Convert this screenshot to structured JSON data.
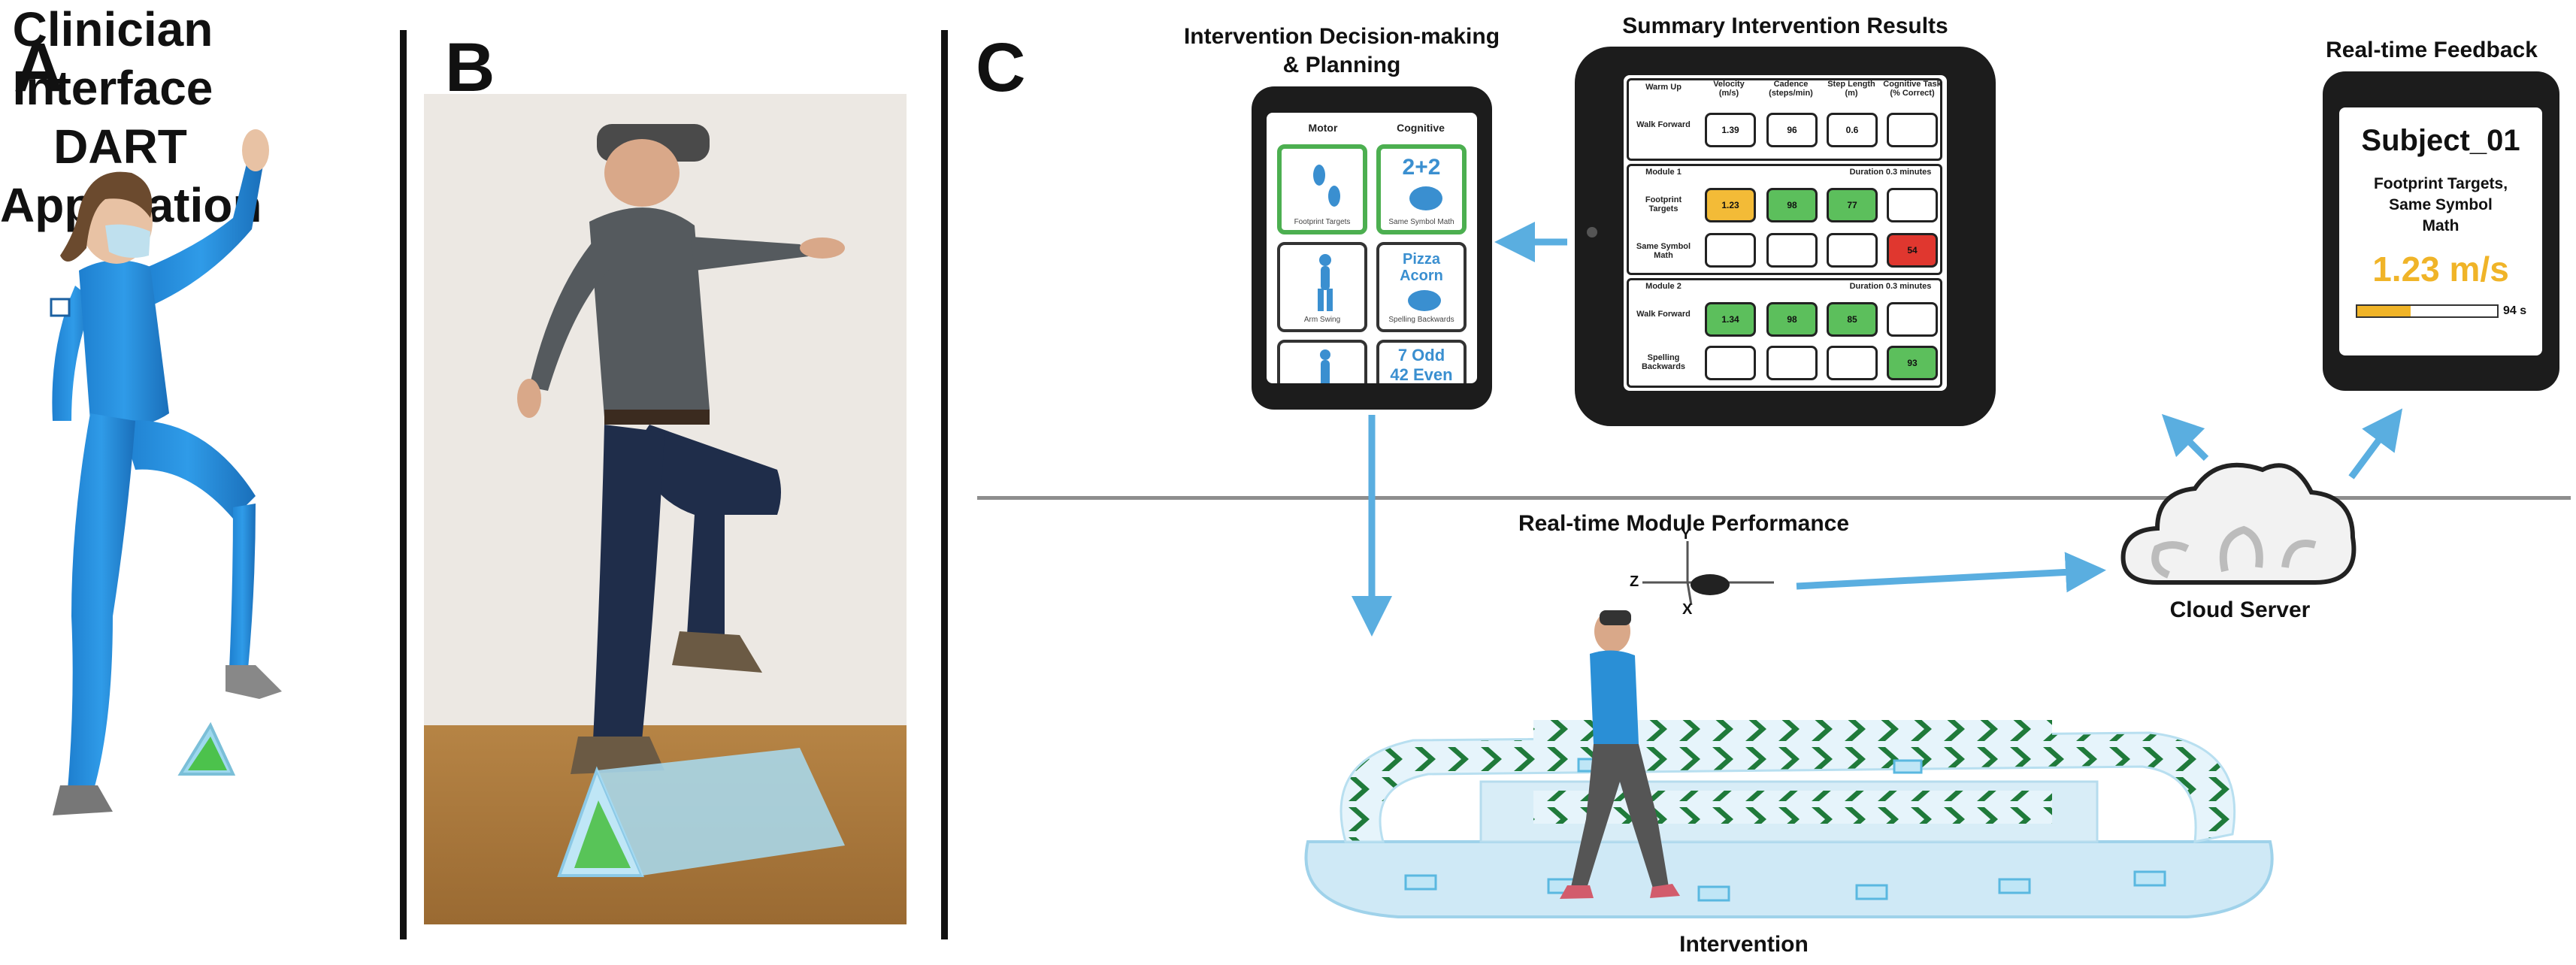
{
  "panels": {
    "a": "A",
    "b": "B",
    "c": "C"
  },
  "labels": {
    "clinician_interface": [
      "Clinician",
      "Interface"
    ],
    "dart_application": [
      "DART",
      "Application"
    ],
    "cloud_server": "Cloud Server",
    "realtime_module_performance": "Real-time Module Performance",
    "intervention": "Intervention"
  },
  "decision_tablet": {
    "title": [
      "Intervention Decision-making",
      "& Planning"
    ],
    "col_headers": [
      "Motor",
      "Cognitive"
    ],
    "motor_cards": [
      "Footprint Targets",
      "Arm Swing",
      ""
    ],
    "cognitive_cards": [
      {
        "main": "2+2",
        "sub": "Same Symbol Math"
      },
      {
        "main": "Pizza Acorn",
        "sub": "Spelling Backwards"
      },
      {
        "main": "7  Odd 42 Even",
        "sub": ""
      }
    ]
  },
  "summary_tablet": {
    "title": "Summary Intervention Results",
    "headers": [
      "Velocity (m/s)",
      "Cadence (steps/min)",
      "Step Length (m)",
      "Cognitive Task (% Correct)"
    ],
    "warmup": {
      "label": "Warm Up",
      "rows": [
        {
          "label": "Walk Forward",
          "values": [
            "1.39",
            "96",
            "0.6",
            ""
          ],
          "colors": [
            "white",
            "white",
            "white",
            "white"
          ]
        }
      ]
    },
    "module1": {
      "label": "Module 1",
      "duration": "Duration 0.3 minutes",
      "rows": [
        {
          "label": "Footprint Targets",
          "values": [
            "1.23",
            "98",
            "77",
            ""
          ],
          "colors": [
            "yellow",
            "green",
            "green",
            "white"
          ]
        },
        {
          "label": "Same Symbol Math",
          "values": [
            "",
            "",
            "",
            "54"
          ],
          "colors": [
            "white",
            "white",
            "white",
            "red"
          ]
        }
      ]
    },
    "module2": {
      "label": "Module 2",
      "duration": "Duration 0.3 minutes",
      "rows": [
        {
          "label": "Walk Forward",
          "values": [
            "1.34",
            "98",
            "85",
            ""
          ],
          "colors": [
            "green",
            "green",
            "green",
            "white"
          ]
        },
        {
          "label": "Spelling Backwards",
          "values": [
            "",
            "",
            "",
            "93"
          ],
          "colors": [
            "white",
            "white",
            "white",
            "green"
          ]
        }
      ]
    }
  },
  "feedback_tablet": {
    "title": "Real-time Feedback",
    "subject": "Subject_01",
    "task": [
      "Footprint Targets,",
      "Same Symbol",
      "Math"
    ],
    "speed": "1.23 m/s",
    "progress": 0.38,
    "time": "94 s"
  },
  "axes": {
    "y": "Y",
    "z": "Z",
    "x": "X"
  },
  "colors": {
    "arrow": "#5aaee0",
    "green": "#5cbf5c",
    "yellow": "#f3bb37",
    "red": "#e0372f",
    "speed_text": "#f0b428",
    "chevron": "#1f7a3a",
    "figure_blue": "#2a8fd6"
  }
}
